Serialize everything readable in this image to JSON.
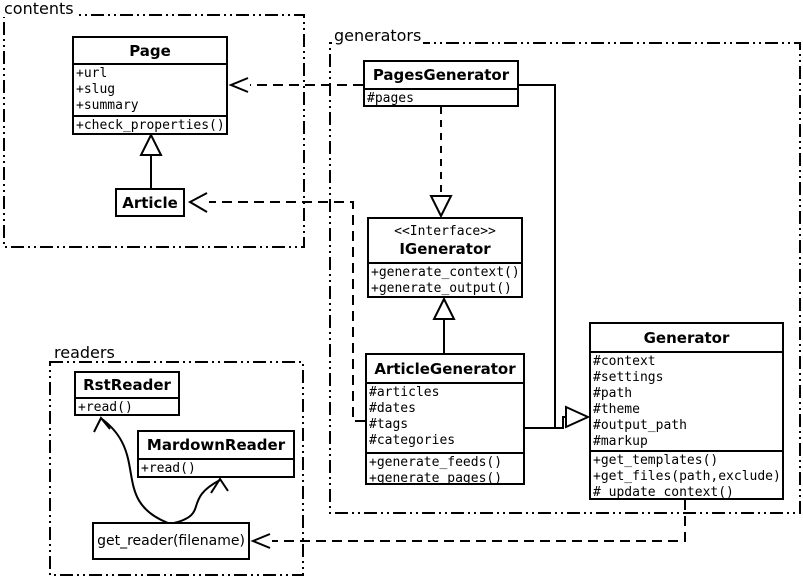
{
  "packages": {
    "contents": {
      "label": "contents"
    },
    "generators": {
      "label": "generators"
    },
    "readers": {
      "label": "readers"
    }
  },
  "classes": {
    "page": {
      "title": "Page",
      "attributes": [
        "+url",
        "+slug",
        "+summary"
      ],
      "methods": [
        "+check_properties()"
      ]
    },
    "article": {
      "title": "Article"
    },
    "pages_generator": {
      "title": "PagesGenerator",
      "attributes": [
        "#pages"
      ]
    },
    "igenerator": {
      "stereotype": "<<Interface>>",
      "title": "IGenerator",
      "methods": [
        "+generate_context()",
        "+generate_output()"
      ]
    },
    "article_generator": {
      "title": "ArticleGenerator",
      "attributes": [
        "#articles",
        "#dates",
        "#tags",
        "#categories"
      ],
      "methods": [
        "+generate_feeds()",
        "+generate_pages()"
      ]
    },
    "generator": {
      "title": "Generator",
      "attributes": [
        "#context",
        "#settings",
        "#path",
        "#theme",
        "#output_path",
        "#markup"
      ],
      "methods": [
        "+get_templates()",
        "+get_files(path,exclude)",
        "#_update_context()"
      ]
    },
    "rst_reader": {
      "title": "RstReader",
      "methods": [
        "+read()"
      ]
    },
    "mardown_reader": {
      "title": "MardownReader",
      "methods": [
        "+read()"
      ]
    }
  },
  "nodes": {
    "get_reader": {
      "label": "get_reader(filename)"
    }
  },
  "relationships": [
    {
      "from": "Article",
      "to": "Page",
      "type": "inheritance"
    },
    {
      "from": "PagesGenerator",
      "to": "Page",
      "type": "dependency"
    },
    {
      "from": "ArticleGenerator",
      "to": "Article",
      "type": "dependency"
    },
    {
      "from": "PagesGenerator",
      "to": "IGenerator",
      "type": "realization"
    },
    {
      "from": "ArticleGenerator",
      "to": "IGenerator",
      "type": "realization"
    },
    {
      "from": "PagesGenerator",
      "to": "Generator",
      "type": "inheritance"
    },
    {
      "from": "ArticleGenerator",
      "to": "Generator",
      "type": "inheritance"
    },
    {
      "from": "Generator",
      "to": "get_reader(filename)",
      "type": "dependency"
    },
    {
      "from": "get_reader(filename)",
      "to": "RstReader",
      "type": "arrow"
    },
    {
      "from": "get_reader(filename)",
      "to": "MardownReader",
      "type": "arrow"
    }
  ],
  "colors": {
    "line": "#000000",
    "background": "#ffffff",
    "text": "#000000"
  }
}
